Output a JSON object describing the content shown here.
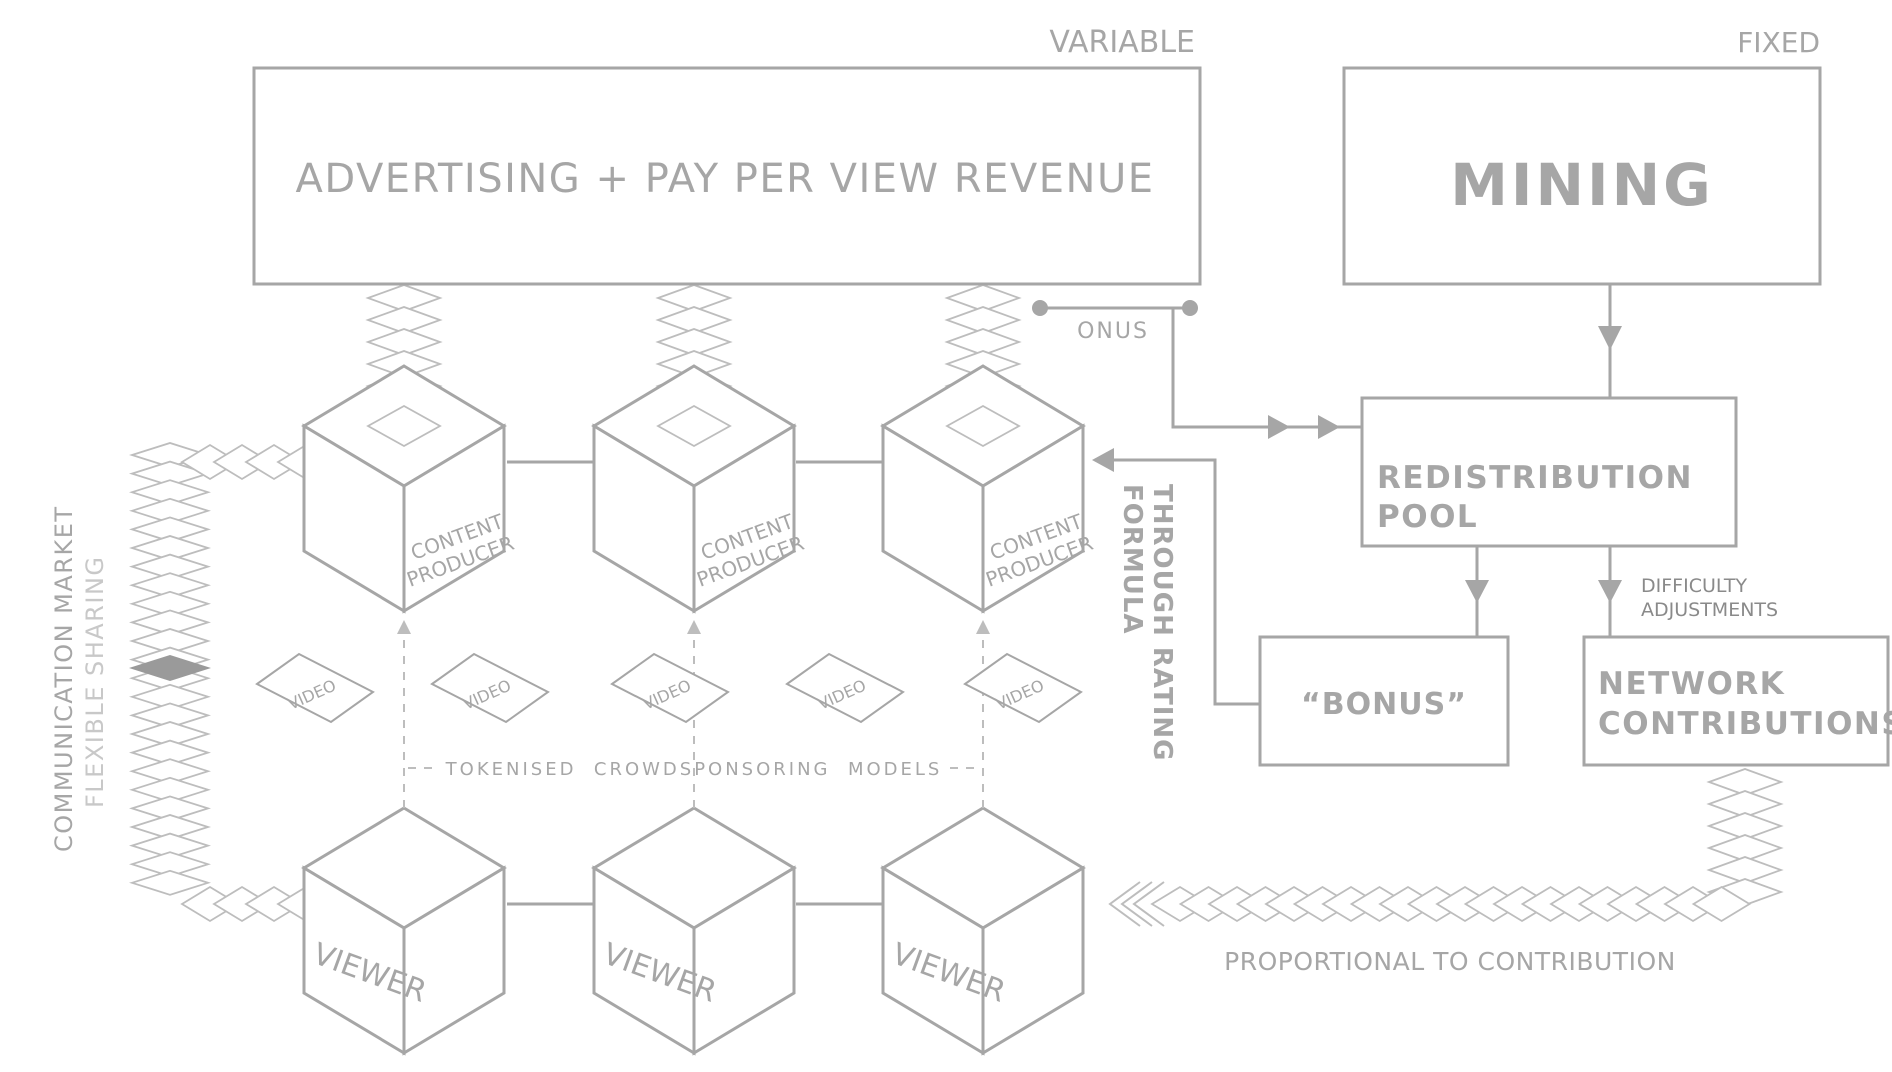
{
  "revenue": {
    "tag": "VARIABLE",
    "title": "ADVERTISING + PAY PER VIEW REVENUE"
  },
  "mining": {
    "tag": "FIXED",
    "title": "MINING"
  },
  "onus_label": "ONUS",
  "pool": {
    "line1": "REDISTRIBUTION",
    "line2": "POOL"
  },
  "bonus_label": "“BONUS”",
  "network": {
    "line1": "NETWORK",
    "line2": "CONTRIBUTIONS"
  },
  "difficulty": {
    "line1": "DIFFICULTY",
    "line2": "ADJUSTMENTS"
  },
  "rating": {
    "line1": "THROUGH RATING",
    "line2": "FORMULA"
  },
  "producers": [
    {
      "line1": "CONTENT",
      "line2": "PRODUCER"
    },
    {
      "line1": "CONTENT",
      "line2": "PRODUCER"
    },
    {
      "line1": "CONTENT",
      "line2": "PRODUCER"
    }
  ],
  "viewers": [
    {
      "label": "VIEWER"
    },
    {
      "label": "VIEWER"
    },
    {
      "label": "VIEWER"
    }
  ],
  "videos": [
    {
      "label": "VIDEO"
    },
    {
      "label": "VIDEO"
    },
    {
      "label": "VIDEO"
    },
    {
      "label": "VIDEO"
    },
    {
      "label": "VIDEO"
    }
  ],
  "tokenised_label": "TOKENISED  CROWDSPONSORING  MODELS",
  "market": {
    "line1": "COMMUNICATION MARKET",
    "line2": "FLEXIBLE SHARING"
  },
  "proportional_label": "PROPORTIONAL TO CONTRIBUTION"
}
